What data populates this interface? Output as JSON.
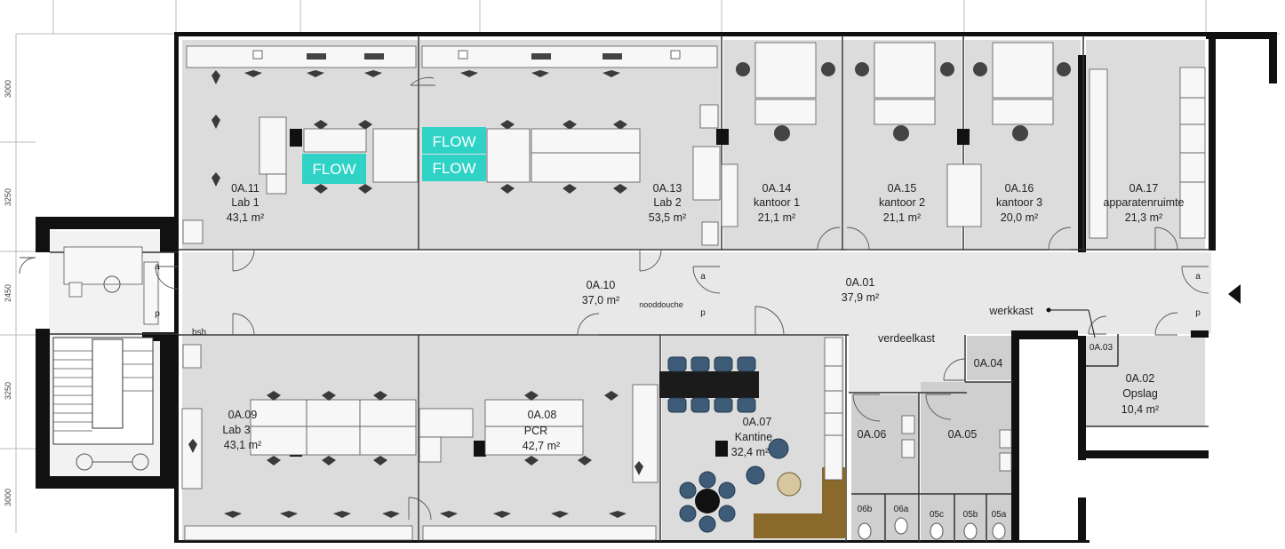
{
  "rooms": {
    "r0A11": {
      "code": "0A.11",
      "name": "Lab 1",
      "area": "43,1 m²"
    },
    "r0A13": {
      "code": "0A.13",
      "name": "Lab 2",
      "area": "53,5 m²"
    },
    "r0A14": {
      "code": "0A.14",
      "name": "kantoor 1",
      "area": "21,1 m²"
    },
    "r0A15": {
      "code": "0A.15",
      "name": "kantoor 2",
      "area": "21,1 m²"
    },
    "r0A16": {
      "code": "0A.16",
      "name": "kantoor 3",
      "area": "20,0 m²"
    },
    "r0A17": {
      "code": "0A.17",
      "name": "apparatenruimte",
      "area": "21,3 m²"
    },
    "r0A10": {
      "code": "0A.10",
      "area": "37,0 m²"
    },
    "r0A01": {
      "code": "0A.01",
      "area": "37,9 m²"
    },
    "r0A09": {
      "code": "0A.09",
      "name": "Lab 3",
      "area": "43,1 m²"
    },
    "r0A08": {
      "code": "0A.08",
      "name": "PCR",
      "area": "42,7 m²"
    },
    "r0A07": {
      "code": "0A.07",
      "name": "Kantine",
      "area": "32,4 m²"
    },
    "r0A06": {
      "code": "0A.06"
    },
    "r0A05": {
      "code": "0A.05"
    },
    "r0A04": {
      "code": "0A.04"
    },
    "r0A03": {
      "code": "0A.03"
    },
    "r0A02": {
      "code": "0A.02",
      "name": "Opslag",
      "area": "10,4 m²"
    }
  },
  "toilets": [
    "06b",
    "06a",
    "05c",
    "05b",
    "05a"
  ],
  "labels": {
    "flow": "FLOW",
    "nooddouche": "nooddouche",
    "werkkast": "werkkast",
    "verdeelkast": "verdeelkast",
    "bsh": "bsh",
    "a": "a",
    "p": "p"
  },
  "dimensions": [
    "3000",
    "3250",
    "2450",
    "3250",
    "3000"
  ],
  "colors": {
    "floor": "#dcdcdc",
    "corridor": "#e8e8e8",
    "wall": "#111111",
    "flow_hood": "#2fd3c6",
    "sofa": "#8a6a2c",
    "chair_blue": "#3e5c78"
  }
}
